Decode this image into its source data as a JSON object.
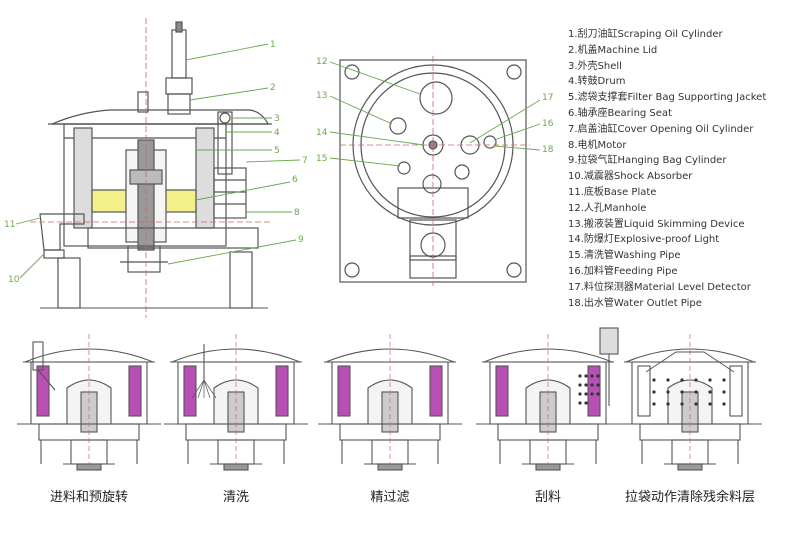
{
  "legend": [
    "1.刮刀油缸Scraping Oil Cylinder",
    "2.机盖Machine Lid",
    "3.外壳Shell",
    "4.转鼓Drum",
    "5.滤袋支撑套Filter Bag Supporting Jacket",
    "6.轴承座Bearing Seat",
    "7.启盖油缸Cover Opening Oil Cylinder",
    "8.电机Motor",
    "9.拉袋气缸Hanging Bag Cylinder",
    "10.减震器Shock Absorber",
    "11.底板Base Plate",
    "12.人孔Manhole",
    "13.搬液装置Liquid Skimming Device",
    "14.防爆灯Explosive-proof Light",
    "15.清洗管Washing Pipe",
    "16.加料管Feeding Pipe",
    "17.料位探测器Material Level Detector",
    "18.出水管Water Outlet Pipe"
  ],
  "side_callouts": [
    "1",
    "2",
    "3",
    "4",
    "5",
    "6",
    "7",
    "8",
    "9",
    "10",
    "11"
  ],
  "top_callouts": [
    "12",
    "13",
    "14",
    "15",
    "16",
    "17",
    "18"
  ],
  "steps": [
    "进料和预旋转",
    "清洗",
    "精过滤",
    "刮料",
    "拉袋动作清除残余料层"
  ],
  "colors": {
    "line": "#555555",
    "leader": "#6aa84f",
    "filter_cake": "#b84fb5",
    "accent_yellow": "#f3f08a"
  }
}
